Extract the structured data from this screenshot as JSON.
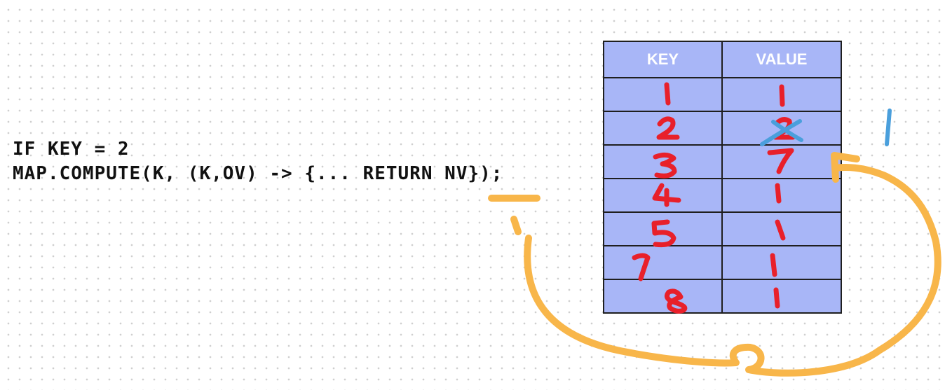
{
  "code": {
    "line1": "IF KEY = 2",
    "line2": "MAP.COMPUTE(K, (K,OV) -> {... RETURN NV});"
  },
  "table": {
    "headers": [
      "KEY",
      "VALUE"
    ],
    "rows": [
      {
        "key": "1",
        "value": "1"
      },
      {
        "key": "2",
        "value": ""
      },
      {
        "key": "3",
        "value": ""
      },
      {
        "key": "",
        "value": ""
      },
      {
        "key": "",
        "value": ""
      },
      {
        "key": "",
        "value": ""
      },
      {
        "key": "",
        "value": ""
      }
    ]
  },
  "colors": {
    "table_fill": "#a8b6f7",
    "ink_red": "#e8202a",
    "ink_blue": "#4a9fdc",
    "ink_orange": "#f8b64a"
  }
}
